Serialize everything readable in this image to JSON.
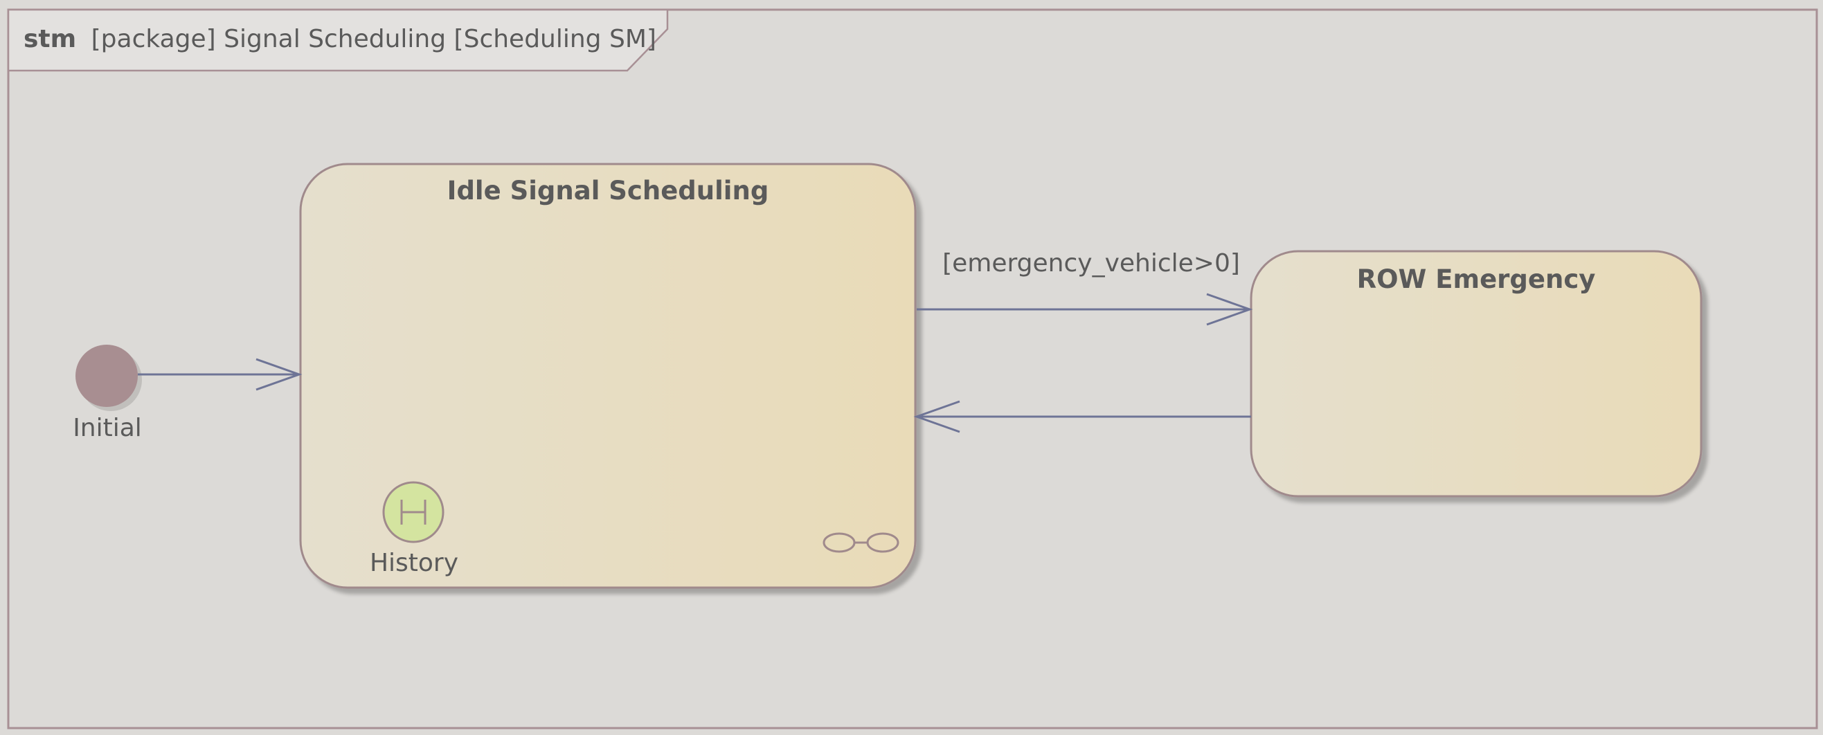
{
  "frame": {
    "kind": "stm",
    "title": "[package] Signal Scheduling [Scheduling SM]"
  },
  "states": {
    "idle": {
      "name": "Idle Signal Scheduling"
    },
    "row": {
      "name": "ROW Emergency"
    }
  },
  "pseudostates": {
    "initial": {
      "label": "Initial"
    },
    "history": {
      "label": "History",
      "symbol": "H"
    }
  },
  "transitions": {
    "idle_to_row": {
      "guard": "[emergency_vehicle>0]"
    },
    "row_to_idle": {
      "guard": ""
    },
    "initial_to_idle": {
      "guard": ""
    }
  },
  "colors": {
    "background": "#dcdad7",
    "state_fill_left": "#e5dfcd",
    "state_fill_right": "#e9dbb8",
    "state_border": "#a08a8c",
    "transition": "#6e7496",
    "initial_fill": "#a88e91",
    "history_fill": "#d4e4a0",
    "frame_border": "#a89095"
  }
}
